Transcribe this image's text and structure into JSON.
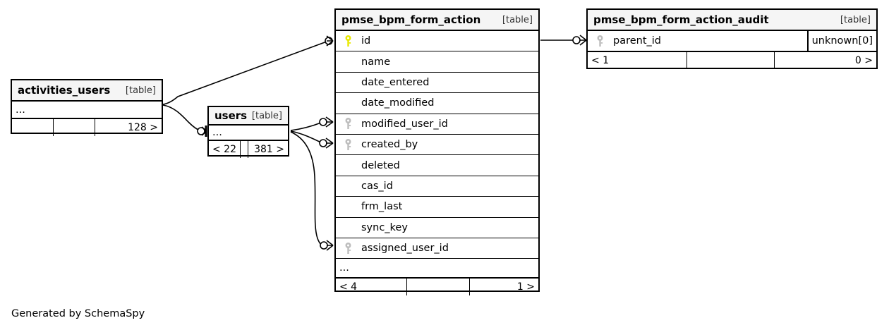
{
  "diagram": {
    "generator_credit": "Generated by SchemaSpy",
    "table_tag": "[table]",
    "ellipsis": "..."
  },
  "tables": {
    "pmse_bpm_form_action": {
      "name": "pmse_bpm_form_action",
      "tag": "[table]",
      "columns": [
        {
          "name": "id",
          "key": "primary"
        },
        {
          "name": "name",
          "key": "none"
        },
        {
          "name": "date_entered",
          "key": "none"
        },
        {
          "name": "date_modified",
          "key": "none"
        },
        {
          "name": "modified_user_id",
          "key": "foreign"
        },
        {
          "name": "created_by",
          "key": "foreign"
        },
        {
          "name": "deleted",
          "key": "none"
        },
        {
          "name": "cas_id",
          "key": "none"
        },
        {
          "name": "frm_last",
          "key": "none"
        },
        {
          "name": "sync_key",
          "key": "none"
        },
        {
          "name": "assigned_user_id",
          "key": "foreign"
        }
      ],
      "more_row": "...",
      "footer": {
        "left": "< 4",
        "mid": "",
        "right": "1 >"
      }
    },
    "pmse_bpm_form_action_audit": {
      "name": "pmse_bpm_form_action_audit",
      "tag": "[table]",
      "columns": [
        {
          "name": "parent_id",
          "key": "foreign",
          "type": "unknown[0]"
        }
      ],
      "footer": {
        "left": "< 1",
        "mid": "",
        "right": "0 >"
      }
    },
    "activities_users": {
      "name": "activities_users",
      "tag": "[table]",
      "more_row": "...",
      "footer": {
        "left": "",
        "mid": "",
        "right": "128 >"
      }
    },
    "users": {
      "name": "users",
      "tag": "[table]",
      "more_row": "...",
      "footer": {
        "left": "< 22",
        "mid": "",
        "right": "381 >"
      }
    }
  },
  "icons": {
    "primary_key": "primary-key-icon",
    "foreign_key": "foreign-key-icon"
  },
  "colors": {
    "primary_key": "#e8e800",
    "foreign_key": "#bdbdbd",
    "border": "#000000",
    "header_bg": "#f5f5f5",
    "background": "#ffffff"
  },
  "relationships": [
    {
      "from": "activities_users",
      "to": "pmse_bpm_form_action.id"
    },
    {
      "from": "activities_users",
      "to": "users"
    },
    {
      "from": "users",
      "to": "pmse_bpm_form_action.modified_user_id"
    },
    {
      "from": "users",
      "to": "pmse_bpm_form_action.created_by"
    },
    {
      "from": "users",
      "to": "pmse_bpm_form_action.assigned_user_id"
    },
    {
      "from": "pmse_bpm_form_action",
      "to": "pmse_bpm_form_action_audit.parent_id"
    }
  ]
}
